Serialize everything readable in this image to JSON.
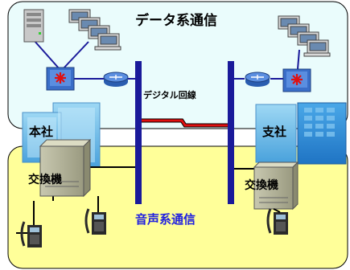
{
  "labels": {
    "data_network": "データ系通信",
    "voice_network": "音声系通信",
    "digital_line": "デジタル回線",
    "headquarters": "本社",
    "branch": "支社",
    "pbx_left": "交換機",
    "pbx_right": "交換機"
  },
  "colors": {
    "data_zone": "#eafcfc",
    "voice_zone": "#ffff99",
    "trunk": "#1a1a9a",
    "line": "#1a1a9a",
    "digital_line": "#e01010",
    "voice_label": "#2020e0"
  },
  "icons": {
    "server": "server-icon",
    "computers": "computer-icon",
    "switch": "switch-icon",
    "router": "router-icon",
    "building": "building-icon",
    "pbx": "pbx-icon",
    "phone": "phone-icon"
  }
}
